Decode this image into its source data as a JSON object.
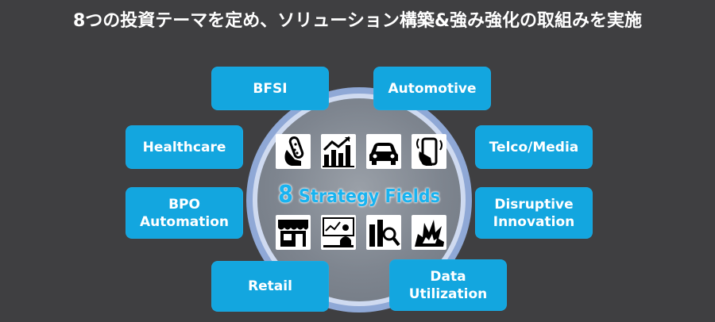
{
  "title": "8つの投資テーマを定め、ソリューション構築&強み強化の取組みを実施",
  "center": {
    "number": "8",
    "text": "Strategy Fields"
  },
  "fields": [
    {
      "label": "BFSI"
    },
    {
      "label": "Automotive"
    },
    {
      "label": "Healthcare"
    },
    {
      "label": "Telco/Media"
    },
    {
      "label": "BPO\nAutomation"
    },
    {
      "label": "Disruptive\nInnovation"
    },
    {
      "label": "Retail"
    },
    {
      "label": "Data\nUtilization"
    }
  ],
  "icons": [
    "test-tube-hand-icon",
    "bar-chart-growth-icon",
    "car-icon",
    "mobile-phone-icon",
    "store-icon",
    "presentation-worker-icon",
    "analytics-magnifier-icon",
    "explosion-icon"
  ],
  "colors": {
    "background": "#3f3f41",
    "field_box": "#13a6df",
    "center_text": "#19b3f0"
  }
}
